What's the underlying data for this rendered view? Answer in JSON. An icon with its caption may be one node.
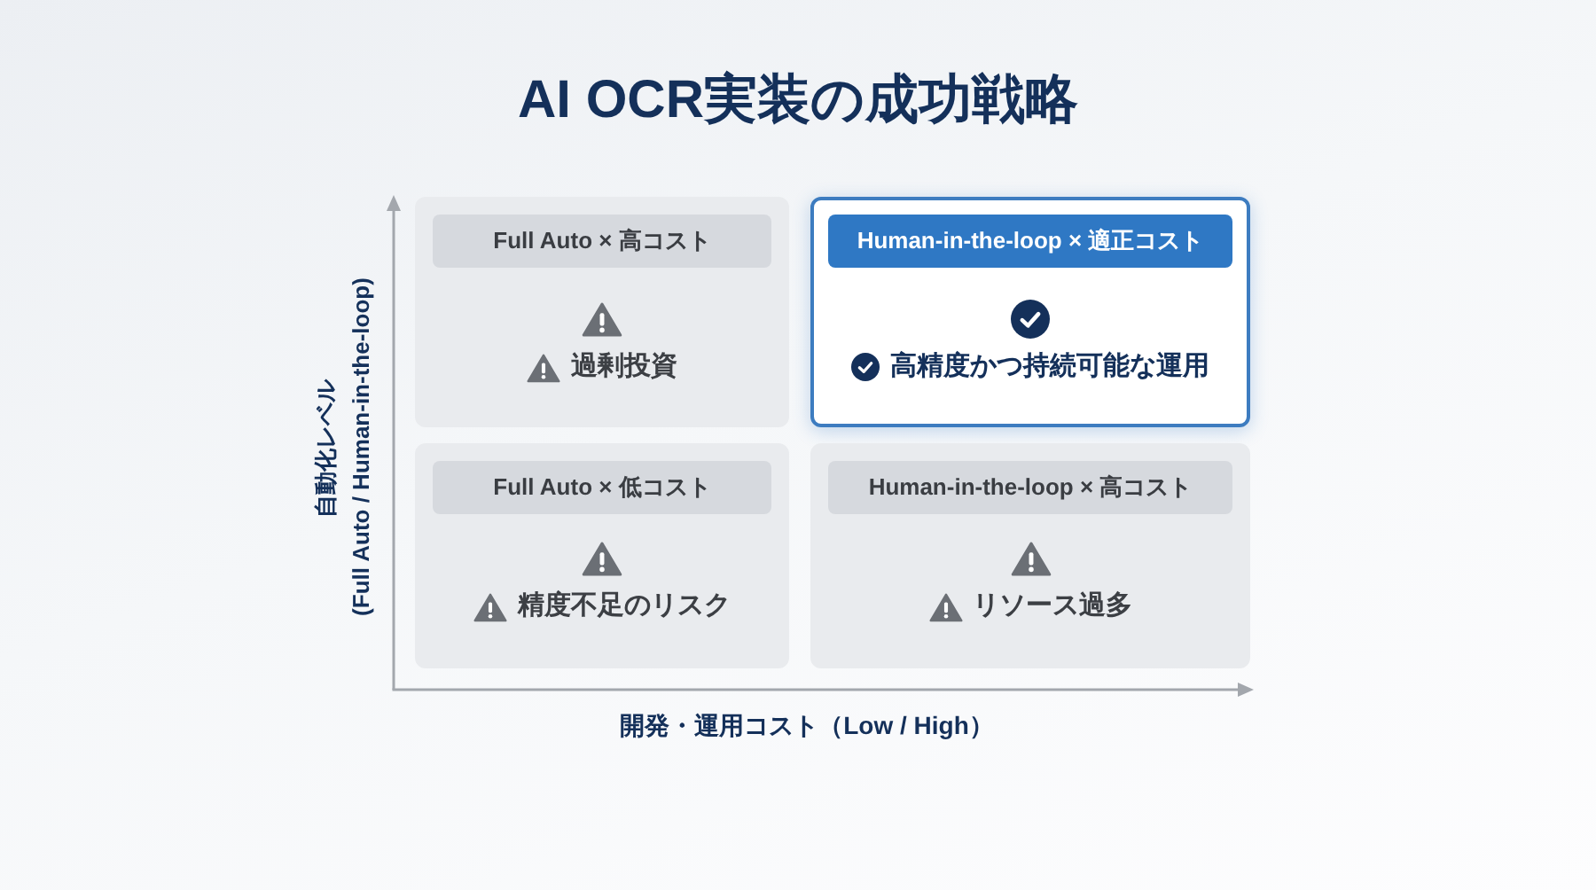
{
  "diagram": {
    "title": "AI OCR実装の成功戦略",
    "nodes": [
      {
        "text": [
          "Full Auto × 高コスト",
          "過剰投資"
        ]
      },
      {
        "text": [
          "Human-in-the-loop × 適正コスト",
          "高精度かつ持続可能な運用"
        ]
      },
      {
        "text": [
          "Full Auto × 低コスト",
          "精度不足のリスク"
        ]
      },
      {
        "text": [
          "Human-in-the-loop × 高コスト",
          "リソース過多"
        ]
      }
    ],
    "labels": [
      "自動化レベル",
      "(Full Auto / Human-in-the-loop)",
      "開発・運用コスト（Low / High）"
    ]
  }
}
